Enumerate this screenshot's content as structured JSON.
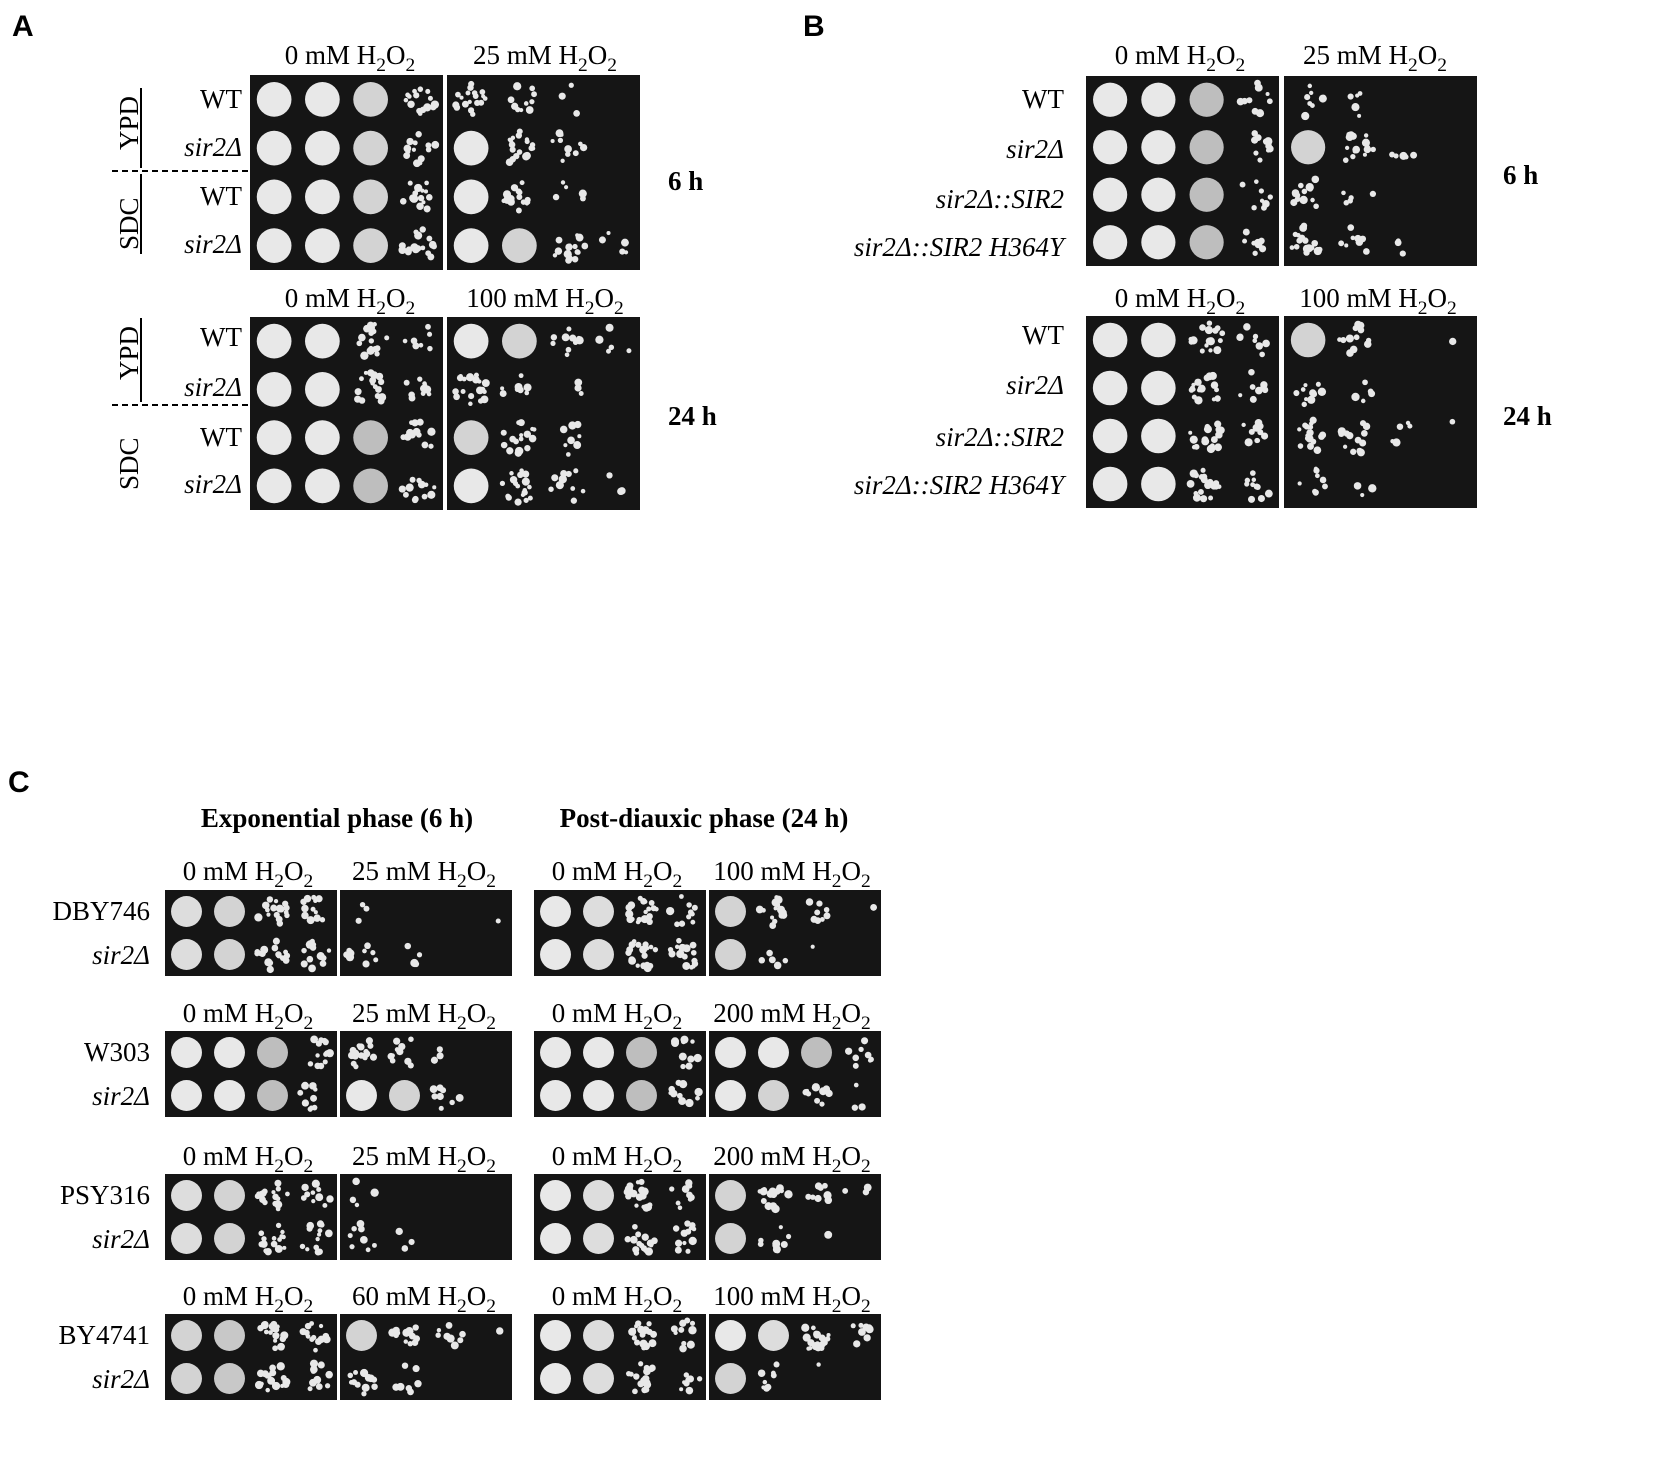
{
  "panels": {
    "A": {
      "letter": "A",
      "top": {
        "conditions": [
          "0 mM H",
          "25 mM H"
        ],
        "time": "6 h",
        "media": [
          "YPD",
          "SDC"
        ],
        "strains": [
          "WT",
          "sir2Δ",
          "WT",
          "sir2Δ"
        ]
      },
      "bottom": {
        "conditions": [
          "0 mM H",
          "100 mM H"
        ],
        "time": "24 h",
        "media": [
          "YPD",
          "SDC"
        ],
        "strains": [
          "WT",
          "sir2Δ",
          "WT",
          "sir2Δ"
        ]
      }
    },
    "B": {
      "letter": "B",
      "top": {
        "conditions": [
          "0 mM H",
          "25 mM H"
        ],
        "time": "6 h",
        "strains": [
          "WT",
          "sir2Δ",
          "sir2Δ::SIR2",
          "sir2Δ::SIR2 H364Y"
        ]
      },
      "bottom": {
        "conditions": [
          "0 mM H",
          "100 mM H"
        ],
        "time": "24 h",
        "strains": [
          "WT",
          "sir2Δ",
          "sir2Δ::SIR2",
          "sir2Δ::SIR2 H364Y"
        ]
      }
    },
    "C": {
      "letter": "C",
      "sections": [
        "Exponential phase (6 h)",
        "Post-diauxic phase (24 h)"
      ],
      "rows": [
        {
          "strains": [
            "DBY746",
            "sir2Δ"
          ],
          "conditions": [
            "0 mM H",
            "25 mM H",
            "0 mM H",
            "100 mM H"
          ]
        },
        {
          "strains": [
            "W303",
            "sir2Δ"
          ],
          "conditions": [
            "0 mM H",
            "25 mM H",
            "0 mM H",
            "200 mM H"
          ]
        },
        {
          "strains": [
            "PSY316",
            "sir2Δ"
          ],
          "conditions": [
            "0 mM H",
            "25 mM H",
            "0 mM H",
            "200 mM H"
          ]
        },
        {
          "strains": [
            "BY4741",
            "sir2Δ"
          ],
          "conditions": [
            "0 mM H",
            "60 mM H",
            "0 mM H",
            "100 mM H"
          ]
        }
      ]
    }
  },
  "formula": {
    "sub": "2",
    "mid": "O",
    "sub2": "2"
  },
  "colors": {
    "plate": "#151515",
    "plate_light": "#2a2a2a",
    "colony": "#e8e8e8",
    "text": "#000000"
  }
}
